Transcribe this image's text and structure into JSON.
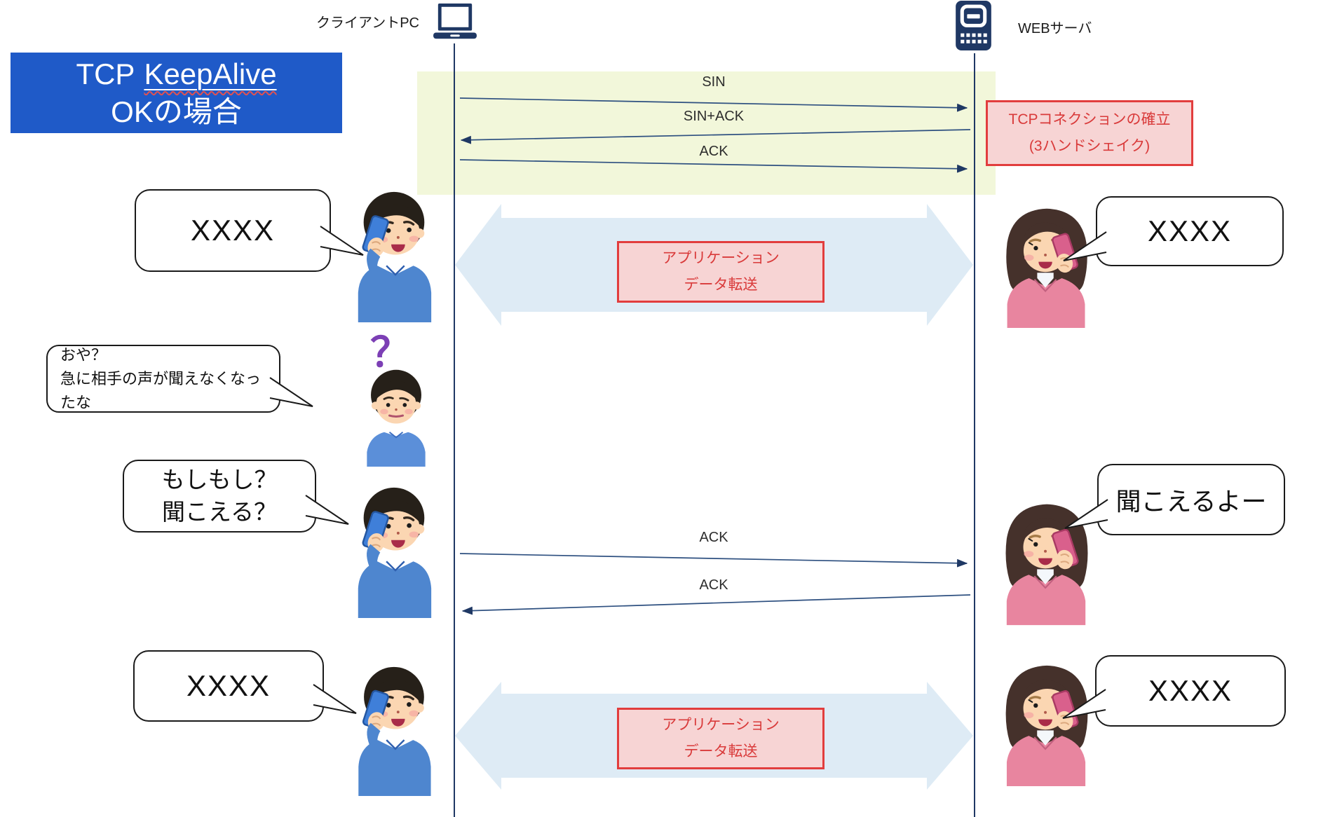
{
  "title": {
    "prefix": "TCP",
    "keyword": "KeepAlive",
    "line2": "OKの場合"
  },
  "actors": {
    "client": "クライアントPC",
    "server": "WEBサーバ"
  },
  "handshake": {
    "msg1": "SIN",
    "msg2": "SIN+ACK",
    "msg3": "ACK",
    "note_line1": "TCPコネクションの確立",
    "note_line2": "(3ハンドシェイク)"
  },
  "transfer": {
    "line1": "アプリケーション",
    "line2": "データ転送"
  },
  "keepalive": {
    "client_ack": "ACK",
    "server_ack": "ACK"
  },
  "bubbles": {
    "client_talk1": "XXXX",
    "client_wonder_line1": "おや？",
    "client_wonder_line2": "急に相手の声が聞えなくなったな",
    "client_check_line1": "もしもし？",
    "client_check_line2": "聞こえる？",
    "client_talk2": "XXXX",
    "server_talk1": "XXXX",
    "server_reply": "聞こえるよー",
    "server_talk2": "XXXX",
    "question_mark": "？"
  },
  "colors": {
    "title_bg": "#1f5ac8",
    "navy": "#1f3864",
    "handshake_band": "#f2f7da",
    "transfer_arrow_fill": "#deebf5",
    "note_border": "#e23d3d",
    "note_bg": "#f7d4d4",
    "note_text": "#d93a3a"
  }
}
